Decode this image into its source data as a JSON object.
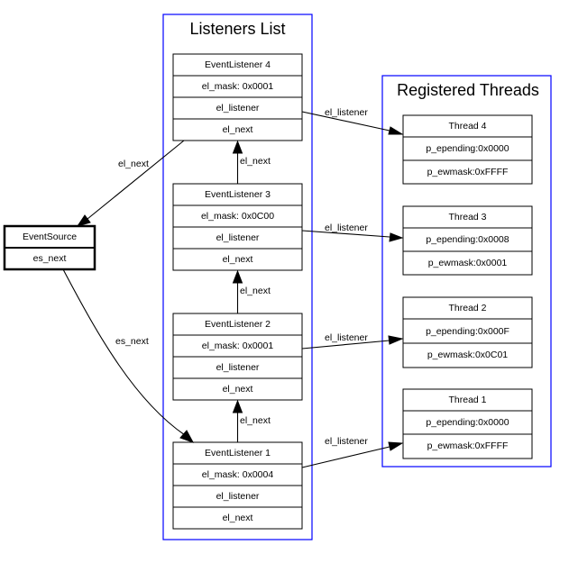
{
  "clusters": {
    "listeners_title": "Listeners List",
    "threads_title": "Registered Threads"
  },
  "event_source": {
    "title": "EventSource",
    "field": "es_next"
  },
  "listeners": [
    {
      "title": "EventListener 4",
      "mask": "el_mask: 0x0001",
      "listener": "el_listener",
      "next": "el_next"
    },
    {
      "title": "EventListener 3",
      "mask": "el_mask: 0x0C00",
      "listener": "el_listener",
      "next": "el_next"
    },
    {
      "title": "EventListener 2",
      "mask": "el_mask: 0x0001",
      "listener": "el_listener",
      "next": "el_next"
    },
    {
      "title": "EventListener 1",
      "mask": "el_mask: 0x0004",
      "listener": "el_listener",
      "next": "el_next"
    }
  ],
  "threads": [
    {
      "title": "Thread 4",
      "pending": "p_epending:0x0000",
      "ewmask": "p_ewmask:0xFFFF"
    },
    {
      "title": "Thread 3",
      "pending": "p_epending:0x0008",
      "ewmask": "p_ewmask:0x0001"
    },
    {
      "title": "Thread 2",
      "pending": "p_epending:0x000F",
      "ewmask": "p_ewmask:0x0C01"
    },
    {
      "title": "Thread 1",
      "pending": "p_epending:0x0000",
      "ewmask": "p_ewmask:0xFFFF"
    }
  ],
  "edge_labels": {
    "el_next": "el_next",
    "es_next": "es_next",
    "el_listener": "el_listener"
  },
  "colors": {
    "cluster_border": "#0000ff"
  }
}
